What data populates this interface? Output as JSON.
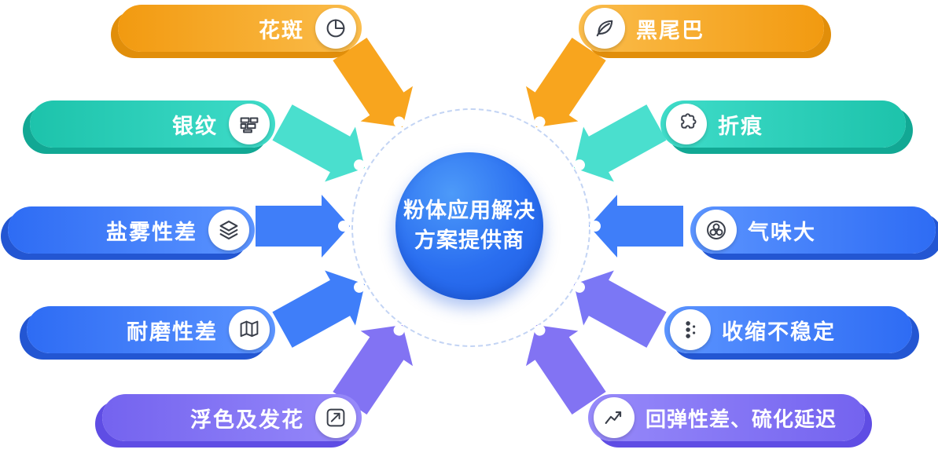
{
  "center": {
    "line1": "粉体应用解决",
    "line2": "方案提供商"
  },
  "items": [
    {
      "label": "花斑",
      "icon": "pie-chart-icon",
      "color": "#F29A10",
      "side": "left"
    },
    {
      "label": "黑尾巴",
      "icon": "leaf-icon",
      "color": "#F29A10",
      "side": "right"
    },
    {
      "label": "银纹",
      "icon": "bricks-icon",
      "color": "#1DC3AB",
      "side": "left"
    },
    {
      "label": "折痕",
      "icon": "puzzle-icon",
      "color": "#1DC3AB",
      "side": "right"
    },
    {
      "label": "盐雾性差",
      "icon": "layers-icon",
      "color": "#2E6CF4",
      "side": "left"
    },
    {
      "label": "气味大",
      "icon": "bubbles-icon",
      "color": "#2E6CF4",
      "side": "right"
    },
    {
      "label": "耐磨性差",
      "icon": "map-icon",
      "color": "#2E6CF4",
      "side": "left"
    },
    {
      "label": "收缩不稳定",
      "icon": "dots-flow-icon",
      "color": "#2E6CF4",
      "side": "right"
    },
    {
      "label": "浮色及发花",
      "icon": "trend-box-icon",
      "color": "#7463EF",
      "side": "left"
    },
    {
      "label": "回弹性差、硫化延迟",
      "icon": "line-chart-icon",
      "color": "#7463EF",
      "side": "right"
    }
  ],
  "colors": {
    "orange": "#F29A10",
    "teal": "#1DC3AB",
    "blue": "#2E6CF4",
    "purple": "#7463EF",
    "center_blue": "#2A6EF0",
    "ring_dash": "#C3D4F4"
  }
}
